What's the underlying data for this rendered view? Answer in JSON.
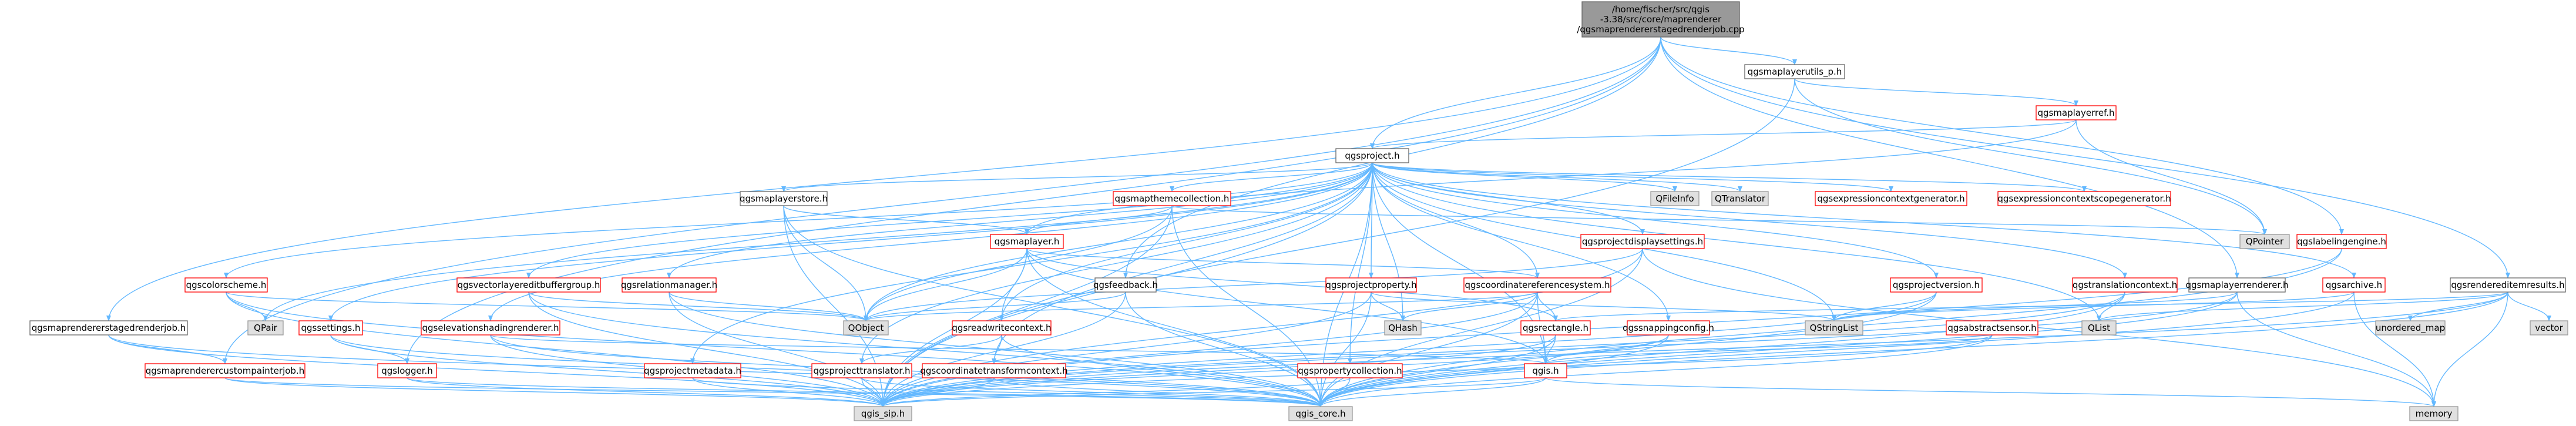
{
  "colors": {
    "edge": "#63b8ff",
    "root_fill": "#999999",
    "doc_fill": "#ffffff",
    "doc_stroke": "#666666",
    "red_stroke": "#ff0000",
    "ext_fill": "#e0e0e0",
    "ext_stroke": "#999999"
  },
  "root_lines": [
    "/home/fischer/src/qgis",
    "-3.38/src/core/maprenderer",
    "/qgsmaprendererstagedrenderjob.cpp"
  ],
  "nodes": {
    "root": "",
    "qgsmaplayerutils_p": "qgsmaplayerutils_p.h",
    "qgsmaplayerref": "qgsmaplayerref.h",
    "qgsproject": "qgsproject.h",
    "qgsmaplayerstore": "qgsmaplayerstore.h",
    "qgsmapthemecollection": "qgsmapthemecollection.h",
    "qfileinfo": "QFileInfo",
    "qtranslator": "QTranslator",
    "qgsexpressioncontextgenerator": "qgsexpressioncontextgenerator.h",
    "qgsexpressioncontextscopegenerator": "qgsexpressioncontextscopegenerator.h",
    "qpointer": "QPointer",
    "qgslabelingengine": "qgslabelingengine.h",
    "qgsrenderedresults": "qgsrendereditemresults.h",
    "qgsmaplayer": "qgsmaplayer.h",
    "qgsprojectdisplaysettings": "qgsprojectdisplaysettings.h",
    "qgscolorscheme": "qgscolorscheme.h",
    "qgsvectorlayereditbuffergroup": "qgsvectorlayereditbuffergroup.h",
    "qgsrelationmanager": "qgsrelationmanager.h",
    "qgsfeedback": "qgsfeedback.h",
    "qgsprojectproperty": "qgsprojectproperty.h",
    "qgscoordinatereferencesystem": "qgscoordinatereferencesystem.h",
    "qgssnappingconfig": "qgssnappingconfig.h",
    "qgsprojectversion": "qgsprojectversion.h",
    "qgstranslationcontext": "qgstranslationcontext.h",
    "qgsmaplayerrenderer": "qgsmaplayerrenderer.h",
    "qgsarchive": "qgsarchive.h",
    "qgsmaprendererstagedrenderjob": "qgsmaprendererstagedrenderjob.h",
    "qgssettings": "qgssettings.h",
    "qpair": "QPair",
    "qgselevationshadingrenderer": "qgselevationshadingrenderer.h",
    "qobject": "QObject",
    "qgsreadwritecontext": "qgsreadwritecontext.h",
    "qhash": "QHash",
    "qgsrectangle": "qgsrectangle.h",
    "qstringlist": "QStringList",
    "qgsabstractsensor": "qgsabstractsensor.h",
    "qlist": "QList",
    "unordered_map": "unordered_map",
    "vector": "vector",
    "qgsmaprenderercustompainterjob": "qgsmaprenderercustompainterjob.h",
    "qgslogger": "qgslogger.h",
    "qgsprojectmetadata": "qgsprojectmetadata.h",
    "qgsprojecttranslator": "qgsprojecttranslator.h",
    "qgscoordinatetransformcontext": "qgscoordinatetransformcontext.h",
    "qgspropertycollection": "qgspropertycollection.h",
    "qgis": "qgis.h",
    "memory": "memory",
    "qgis_sip": "qgis_sip.h",
    "qgis_core": "qgis_core.h"
  }
}
